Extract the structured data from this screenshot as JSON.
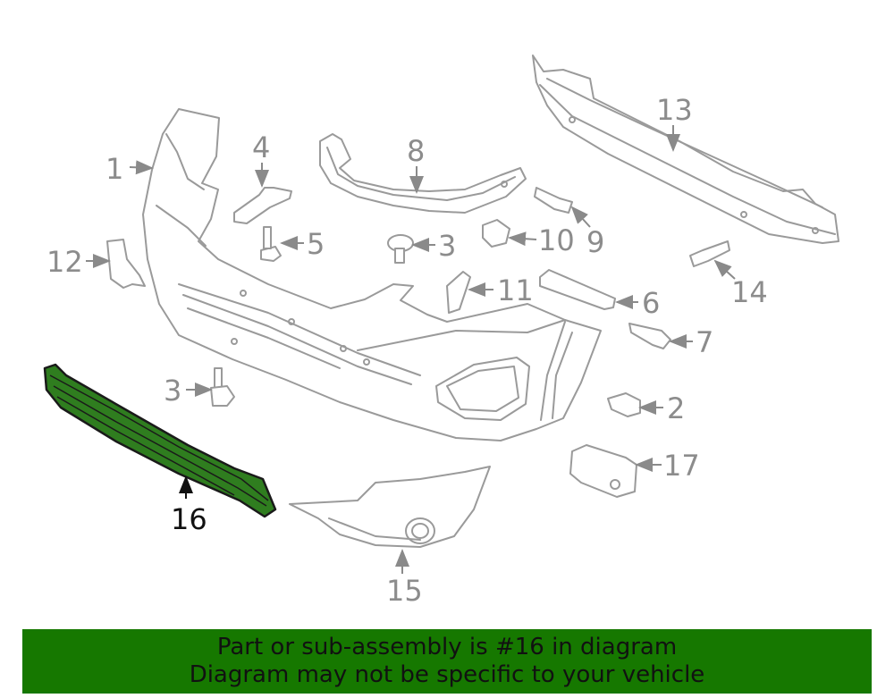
{
  "callouts": {
    "c1": "1",
    "c2": "2",
    "c3a": "3",
    "c3b": "3",
    "c4": "4",
    "c5": "5",
    "c6": "6",
    "c7": "7",
    "c8": "8",
    "c9": "9",
    "c10": "10",
    "c11": "11",
    "c12": "12",
    "c13": "13",
    "c14": "14",
    "c15": "15",
    "c16": "16",
    "c17": "17"
  },
  "highlighted_part": "16",
  "colors": {
    "highlight": "#2f7d1f",
    "banner": "#167800",
    "line": "#9a9a9a"
  },
  "banner": {
    "line1": "Part or sub-assembly is #16 in diagram",
    "line2": "Diagram may not be specific to your vehicle"
  }
}
